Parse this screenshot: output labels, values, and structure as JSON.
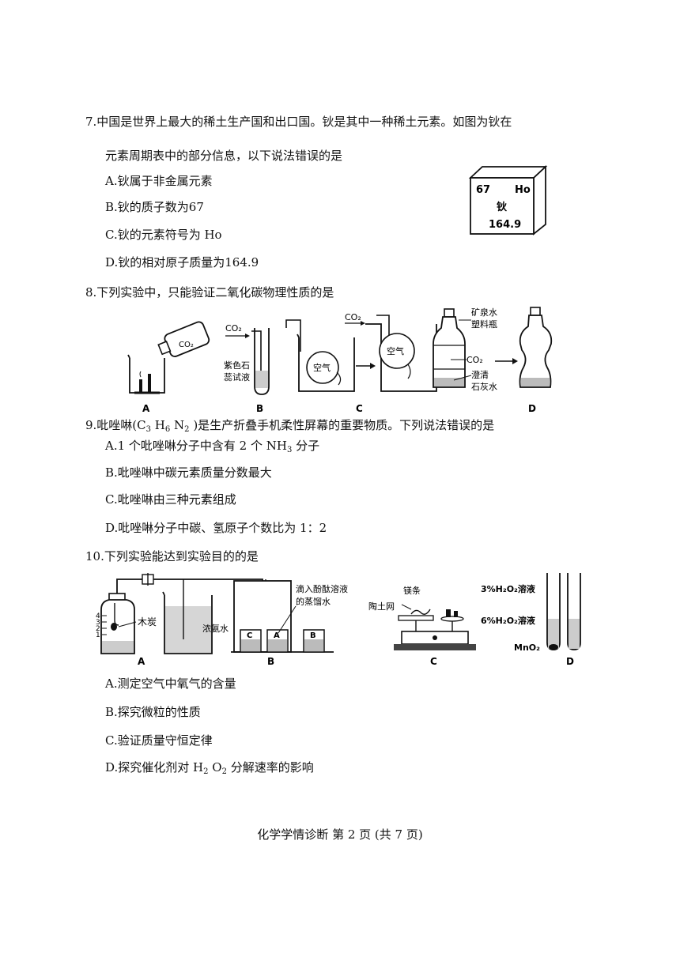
{
  "q7": {
    "stem_line1": "7.中国是世界上最大的稀土生产国和出口国。钬是其中一种稀土元素。如图为钬在",
    "stem_line2": "元素周期表中的部分信息，以下说法错误的是",
    "options": [
      "A.钬属于非金属元素",
      "B.钬的质子数为67",
      "C.钬的元素符号为 Ho",
      "D.钬的相对原子质量为164.9"
    ],
    "element_card": {
      "number": "67",
      "symbol": "Ho",
      "name": "钬",
      "mass": "164.9"
    }
  },
  "q8": {
    "stem": "8.下列实验中，只能验证二氧化碳物理性质的是",
    "figure": {
      "co2": "CO₂",
      "litmus_line1": "紫色石",
      "litmus_line2": "蕊试液",
      "air": "空气",
      "bottle_line1": "矿泉水",
      "bottle_line2": "塑料瓶",
      "limewater_line1": "澄清",
      "limewater_line2": "石灰水",
      "labels": [
        "A",
        "B",
        "C",
        "D"
      ]
    }
  },
  "q9": {
    "stem_prefix": "9.吡唑啉(C",
    "sub1": "3",
    "mid1": " H",
    "sub2": "6",
    "mid2": " N",
    "sub3": "2",
    "stem_suffix": " )是生产折叠手机柔性屏幕的重要物质。下列说法错误的是",
    "optA_prefix": "A.1 个吡唑啉分子中含有 2 个 NH",
    "optA_sub": "3",
    "optA_suffix": " 分子",
    "options_rest": [
      "B.吡唑啉中碳元素质量分数最大",
      "C.吡唑啉由三种元素组成",
      "D.吡唑啉分子中碳、氢原子个数比为 1：2"
    ]
  },
  "q10": {
    "stem": "10.下列实验能达到实验目的的是",
    "figure": {
      "charcoal": "木炭",
      "ticks": [
        "4",
        "3",
        "2",
        "1"
      ],
      "ammonia": "浓氨水",
      "phenol_line1": "滴入酚酞溶液",
      "phenol_line2": "的蒸馏水",
      "beakers": [
        "C",
        "A",
        "B"
      ],
      "mg": "镁条",
      "gauze": "陶土网",
      "h2o2_3": "3%H₂O₂溶液",
      "h2o2_6": "6%H₂O₂溶液",
      "mno2": "MnO₂",
      "labels": [
        "A",
        "B",
        "C",
        "D"
      ]
    },
    "options": [
      "A.测定空气中氧气的含量",
      "B.探究微粒的性质",
      "C.验证质量守恒定律"
    ],
    "optD_prefix": "D.探究催化剂对 H",
    "optD_sub1": "2",
    "optD_mid": " O",
    "optD_sub2": "2",
    "optD_suffix": " 分解速率的影响"
  },
  "footer": "化学学情诊断 第 2 页 (共 7 页)"
}
